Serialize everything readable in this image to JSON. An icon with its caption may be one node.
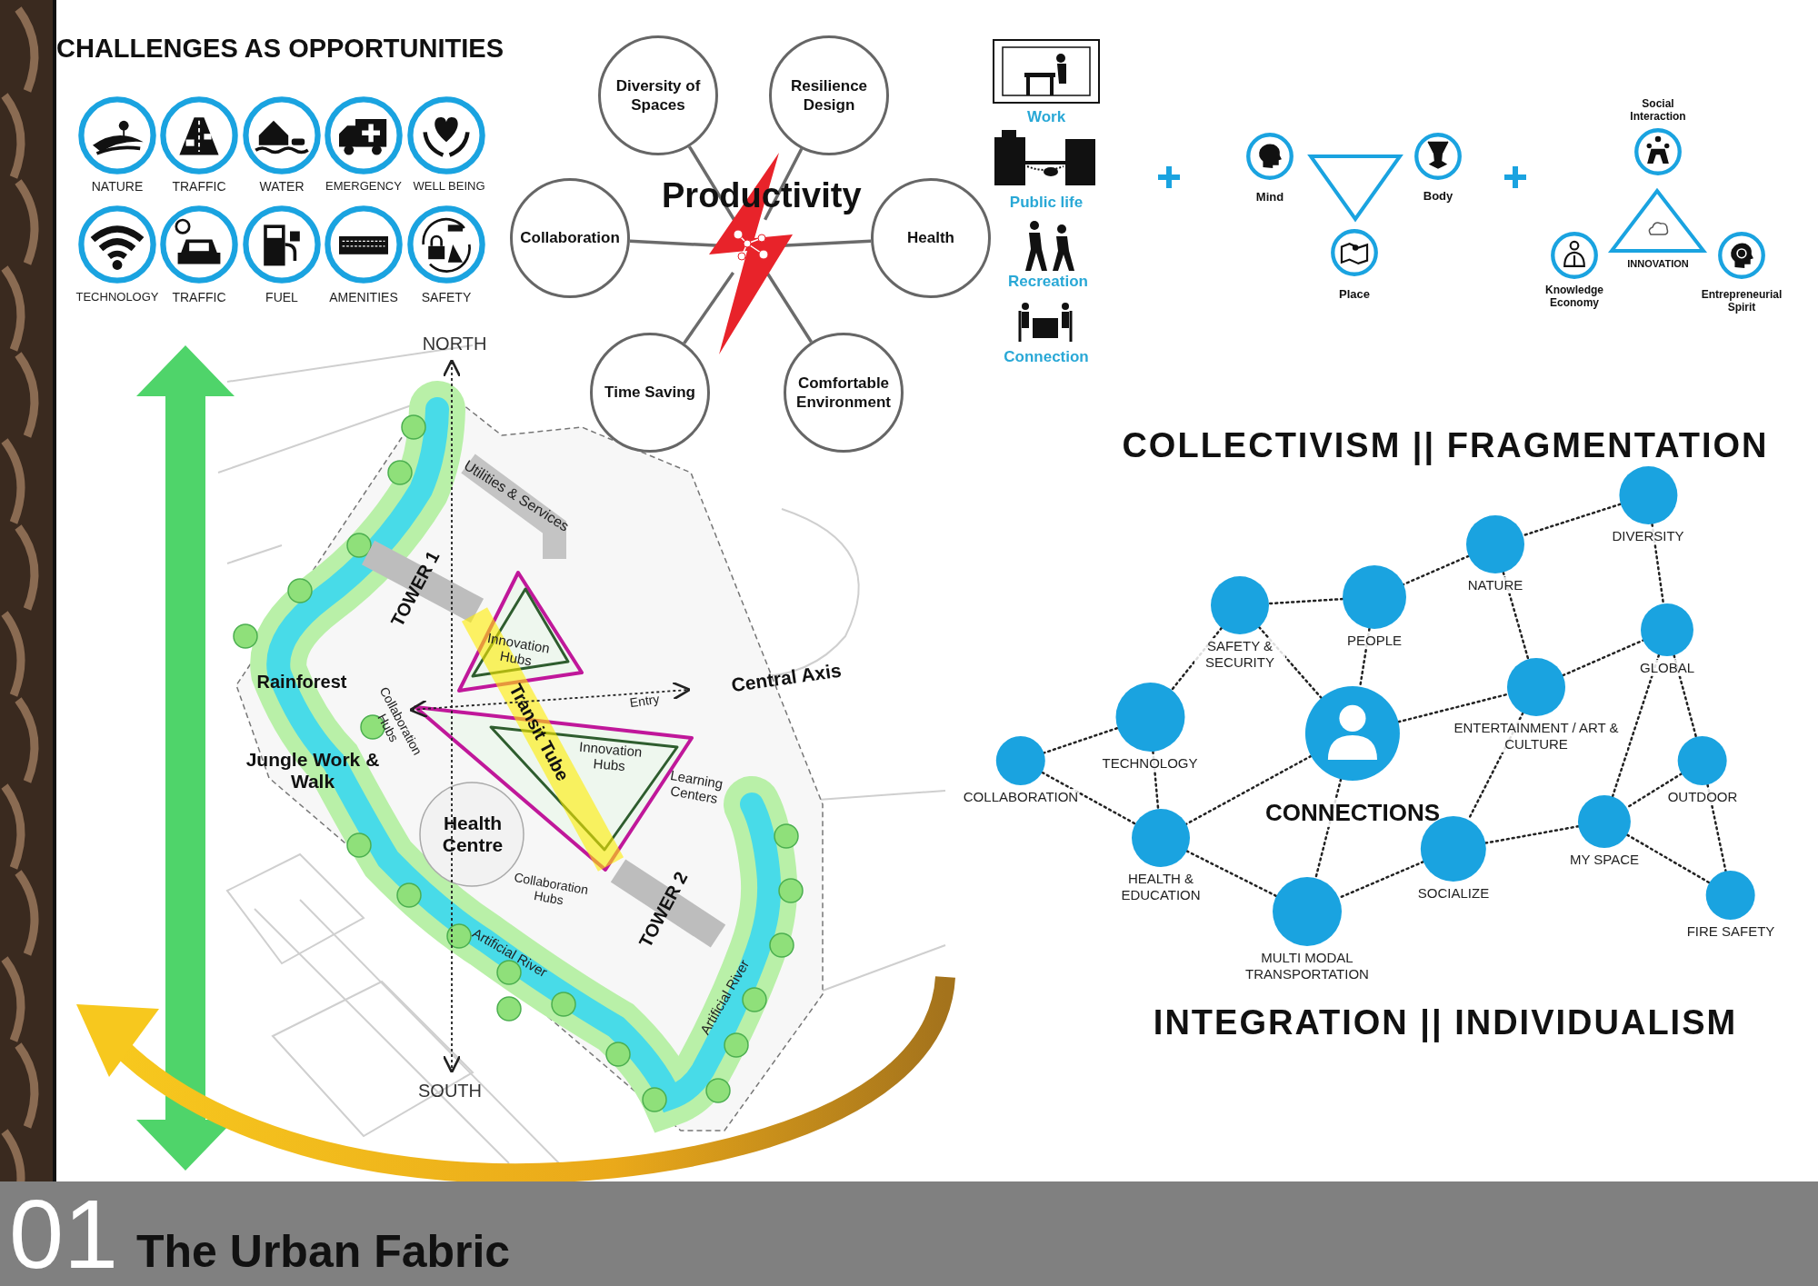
{
  "diagram": {
    "title": "The Urban Fabric",
    "nodes": [
      {
        "text": [
          "Productivity"
        ]
      },
      {
        "text": [
          "Diversity of Spaces"
        ]
      },
      {
        "text": [
          "Resilience Design"
        ]
      },
      {
        "text": [
          "Collaboration"
        ]
      },
      {
        "text": [
          "Health"
        ]
      },
      {
        "text": [
          "Time Saving"
        ]
      },
      {
        "text": [
          "Comfortable Environment"
        ]
      },
      {
        "text": [
          "DIVERSITY"
        ]
      },
      {
        "text": [
          "NATURE"
        ]
      },
      {
        "text": [
          "PEOPLE"
        ]
      },
      {
        "text": [
          "SAFETY & SECURITY"
        ]
      },
      {
        "text": [
          "GLOBAL"
        ]
      },
      {
        "text": [
          "ENTERTAINMENT / ART & CULTURE"
        ]
      },
      {
        "text": [
          "TECHNOLOGY"
        ]
      },
      {
        "text": [
          "CONNECTIONS"
        ]
      },
      {
        "text": [
          "COLLABORATION"
        ]
      },
      {
        "text": [
          "OUTDOOR"
        ]
      },
      {
        "text": [
          "HEALTH & EDUCATION"
        ]
      },
      {
        "text": [
          "MY SPACE"
        ]
      },
      {
        "text": [
          "SOCIALIZE"
        ]
      },
      {
        "text": [
          "MULTI MODAL TRANSPORTATION"
        ]
      },
      {
        "text": [
          "FIRE SAFETY"
        ]
      }
    ],
    "edges": [
      {
        "from": 0,
        "to": 1,
        "arrow": "none",
        "color": "#6b6b6b"
      },
      {
        "from": 0,
        "to": 2,
        "arrow": "none",
        "color": "#6b6b6b"
      },
      {
        "from": 0,
        "to": 3,
        "arrow": "none",
        "color": "#6b6b6b"
      },
      {
        "from": 0,
        "to": 4,
        "arrow": "none",
        "color": "#6b6b6b"
      },
      {
        "from": 0,
        "to": 5,
        "arrow": "none",
        "color": "#6b6b6b"
      },
      {
        "from": 0,
        "to": 6,
        "arrow": "none",
        "color": "#6b6b6b"
      },
      {
        "from": 7,
        "to": 8,
        "arrow": "none",
        "style": "dashed"
      },
      {
        "from": 7,
        "to": 11,
        "arrow": "none",
        "style": "dashed"
      },
      {
        "from": 8,
        "to": 9,
        "arrow": "none",
        "style": "dashed"
      },
      {
        "from": 8,
        "to": 12,
        "arrow": "none",
        "style": "dashed"
      },
      {
        "from": 9,
        "to": 10,
        "arrow": "none",
        "style": "dashed"
      },
      {
        "from": 9,
        "to": 14,
        "arrow": "none",
        "style": "dashed"
      },
      {
        "from": 10,
        "to": 14,
        "arrow": "none",
        "style": "dashed"
      },
      {
        "from": 10,
        "to": 13,
        "arrow": "none",
        "style": "dashed"
      },
      {
        "from": 13,
        "to": 15,
        "arrow": "none",
        "style": "dashed"
      },
      {
        "from": 13,
        "to": 17,
        "arrow": "none",
        "style": "dashed"
      },
      {
        "from": 15,
        "to": 17,
        "arrow": "none",
        "style": "dashed"
      },
      {
        "from": 14,
        "to": 12,
        "arrow": "none",
        "style": "dashed"
      },
      {
        "from": 14,
        "to": 17,
        "arrow": "none",
        "style": "dashed"
      },
      {
        "from": 14,
        "to": 20,
        "arrow": "none",
        "style": "dashed"
      },
      {
        "from": 12,
        "to": 11,
        "arrow": "none",
        "style": "dashed"
      },
      {
        "from": 12,
        "to": 19,
        "arrow": "none",
        "style": "dashed"
      },
      {
        "from": 11,
        "to": 18,
        "arrow": "none",
        "style": "dashed"
      },
      {
        "from": 11,
        "to": 16,
        "arrow": "none",
        "style": "dashed"
      },
      {
        "from": 16,
        "to": 21,
        "arrow": "none",
        "style": "dashed"
      },
      {
        "from": 16,
        "to": 18,
        "arrow": "none",
        "style": "dashed"
      },
      {
        "from": 18,
        "to": 19,
        "arrow": "none",
        "style": "dashed"
      },
      {
        "from": 18,
        "to": 21,
        "arrow": "none",
        "style": "dashed"
      },
      {
        "from": 19,
        "to": 20,
        "arrow": "none",
        "style": "dashed"
      },
      {
        "from": 17,
        "to": 20,
        "arrow": "none",
        "style": "dashed"
      }
    ],
    "labels": [
      "CHALLENGES AS OPPORTUNITIES",
      "NATURE",
      "TRAFFIC",
      "WATER",
      "EMERGENCY",
      "WELL BEING",
      "TECHNOLOGY",
      "TRAFFIC",
      "FUEL",
      "AMENITIES",
      "SAFETY",
      "Work",
      "Public life",
      "Recreation",
      "Connection",
      "Mind",
      "Body",
      "Place",
      "Social Interaction",
      "INNOVATION",
      "Knowledge Economy",
      "Entrepreneurial Spirit",
      "COLLECTIVISM || FRAGMENTATION",
      "NORTH",
      "Utilities & Services",
      "TOWER 1",
      "Innovation Hubs",
      "Central Axis",
      "Rainforest",
      "Collaboration Hubs",
      "Entry",
      "Transit Tube",
      "Innovation Hubs",
      "Learning Centers",
      "Jungle Work & Walk",
      "Health Centre",
      "Collaboration Hubs",
      "TOWER 2",
      "Artificial River",
      "Artificial River",
      "SOUTH",
      "INTEGRATION || INDIVIDUALISM",
      "01"
    ]
  }
}
